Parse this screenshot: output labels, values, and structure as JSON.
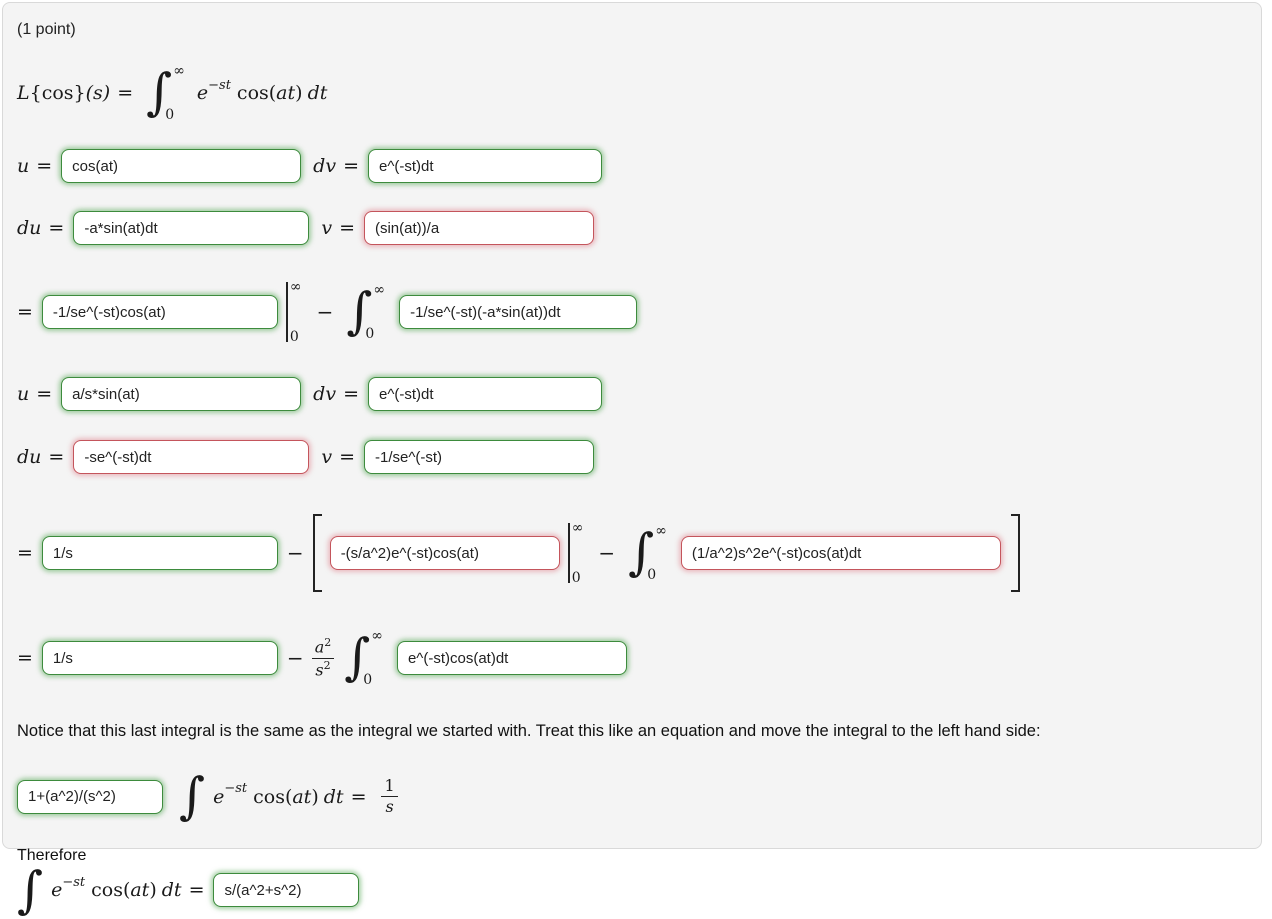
{
  "problem": {
    "points_label": "(1 point)",
    "notice_text": "Notice that this last integral is the same as the integral we started with. Treat this like an equation and move the integral to the left hand side:",
    "therefore_label": "Therefore"
  },
  "colors": {
    "correct_border": "#3d8b3d",
    "incorrect_border": "#c4555c",
    "card_background": "#f4f4f4"
  },
  "math": {
    "L": "L",
    "cos_brace": "{cos}",
    "s_paren": "(s)",
    "eq": "=",
    "minus": "−",
    "int": "∫",
    "inf": "∞",
    "zero": "0",
    "e": "e",
    "neg_st": "−st",
    "cos_open": "cos(",
    "at": "at",
    "rp": ")",
    "dt": "dt",
    "u": "u",
    "dv": "dv",
    "du": "du",
    "v": "v",
    "a": "a",
    "s": "s",
    "two": "2",
    "one": "1"
  },
  "answers": {
    "u1": {
      "value": "cos(at)",
      "status": "correct"
    },
    "dv1": {
      "value": "e^(-st)dt",
      "status": "correct"
    },
    "du1": {
      "value": "-a*sin(at)dt",
      "status": "correct"
    },
    "v1": {
      "value": "(sin(at))/a",
      "status": "incorrect"
    },
    "eval1": {
      "value": "-1/se^(-st)cos(at)",
      "status": "correct"
    },
    "int1": {
      "value": "-1/se^(-st)(-a*sin(at))dt",
      "status": "correct"
    },
    "u2": {
      "value": "a/s*sin(at)",
      "status": "correct"
    },
    "dv2": {
      "value": "e^(-st)dt",
      "status": "correct"
    },
    "du2": {
      "value": "-se^(-st)dt",
      "status": "incorrect"
    },
    "v2": {
      "value": "-1/se^(-st)",
      "status": "correct"
    },
    "first1": {
      "value": "1/s",
      "status": "correct"
    },
    "eval2": {
      "value": "-(s/a^2)e^(-st)cos(at)",
      "status": "incorrect"
    },
    "int2": {
      "value": "(1/a^2)s^2e^(-st)cos(at)dt",
      "status": "incorrect"
    },
    "first2": {
      "value": "1/s",
      "status": "correct"
    },
    "int3": {
      "value": "e^(-st)cos(at)dt",
      "status": "correct"
    },
    "coef": {
      "value": "1+(a^2)/(s^2)",
      "status": "correct"
    },
    "final": {
      "value": "s/(a^2+s^2)",
      "status": "correct"
    }
  }
}
